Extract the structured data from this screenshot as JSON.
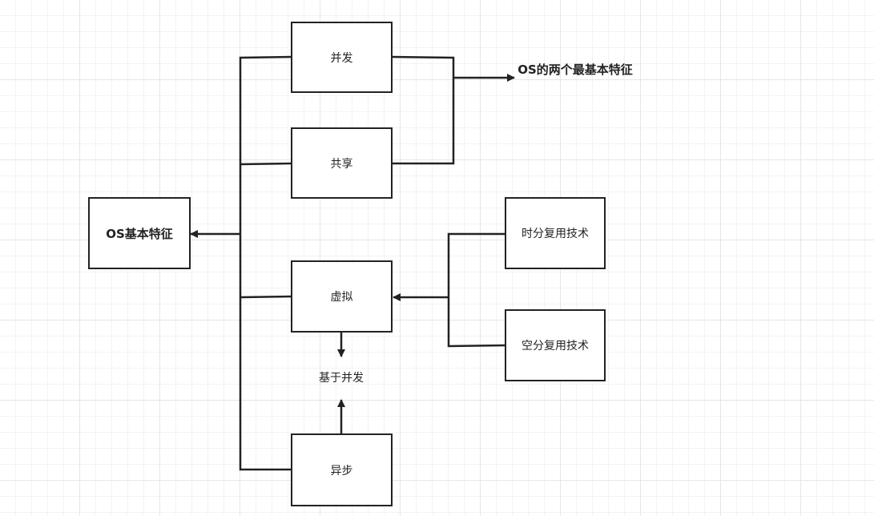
{
  "nodes": {
    "os_basic": "OS基本特征",
    "concurrency": "并发",
    "sharing": "共享",
    "virtual": "虚拟",
    "async": "异步",
    "time_div": "时分复用技术",
    "space_div": "空分复用技术"
  },
  "labels": {
    "two_basic": "OS的两个最基本特征",
    "based_on_concurrency": "基于并发"
  },
  "colors": {
    "stroke": "#222222",
    "grid_major": "#e6e6e6",
    "grid_minor": "#f3f3f3"
  }
}
